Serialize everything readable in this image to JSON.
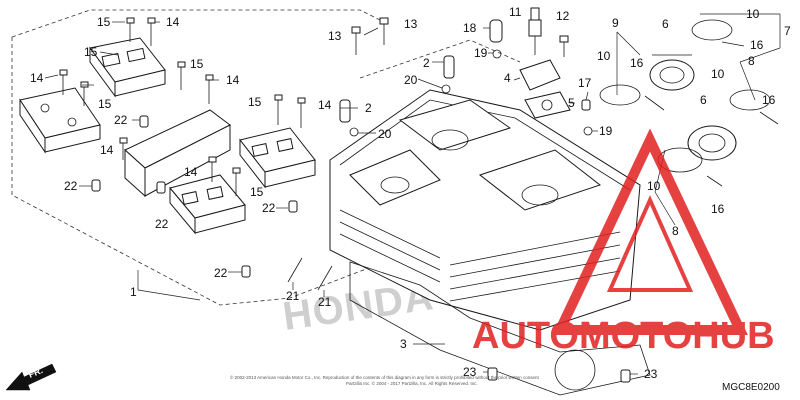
{
  "diagram": {
    "part_labels": [
      {
        "id": "l15a",
        "text": "15"
      },
      {
        "id": "l14a",
        "text": "14"
      },
      {
        "id": "l15b",
        "text": "15"
      },
      {
        "id": "l15c",
        "text": "15"
      },
      {
        "id": "l14b",
        "text": "14"
      },
      {
        "id": "l15d",
        "text": "15"
      },
      {
        "id": "l14c",
        "text": "14"
      },
      {
        "id": "l22a",
        "text": "22"
      },
      {
        "id": "l14d",
        "text": "14"
      },
      {
        "id": "l22b",
        "text": "22"
      },
      {
        "id": "l22c",
        "text": "22"
      },
      {
        "id": "l15e",
        "text": "15"
      },
      {
        "id": "l14e",
        "text": "14"
      },
      {
        "id": "l14f",
        "text": "14"
      },
      {
        "id": "l15f",
        "text": "15"
      },
      {
        "id": "l22d",
        "text": "22"
      },
      {
        "id": "l22e",
        "text": "22"
      },
      {
        "id": "l1",
        "text": "1"
      },
      {
        "id": "l21a",
        "text": "21"
      },
      {
        "id": "l21b",
        "text": "21"
      },
      {
        "id": "l13a",
        "text": "13"
      },
      {
        "id": "l13b",
        "text": "13"
      },
      {
        "id": "l2a",
        "text": "2"
      },
      {
        "id": "l20a",
        "text": "20"
      },
      {
        "id": "l2b",
        "text": "2"
      },
      {
        "id": "l20b",
        "text": "20"
      },
      {
        "id": "l18",
        "text": "18"
      },
      {
        "id": "l19a",
        "text": "19"
      },
      {
        "id": "l11",
        "text": "11"
      },
      {
        "id": "l12",
        "text": "12"
      },
      {
        "id": "l4",
        "text": "4"
      },
      {
        "id": "l5",
        "text": "5"
      },
      {
        "id": "l17",
        "text": "17"
      },
      {
        "id": "l19b",
        "text": "19"
      },
      {
        "id": "l9",
        "text": "9"
      },
      {
        "id": "l10a",
        "text": "10"
      },
      {
        "id": "l16a",
        "text": "16"
      },
      {
        "id": "l6a",
        "text": "6"
      },
      {
        "id": "l10b",
        "text": "10"
      },
      {
        "id": "l7",
        "text": "7"
      },
      {
        "id": "l16b",
        "text": "16"
      },
      {
        "id": "l8a",
        "text": "8"
      },
      {
        "id": "l10c",
        "text": "10"
      },
      {
        "id": "l6b",
        "text": "6"
      },
      {
        "id": "l16c",
        "text": "16"
      },
      {
        "id": "l10d",
        "text": "10"
      },
      {
        "id": "l8b",
        "text": "8"
      },
      {
        "id": "l16d",
        "text": "16"
      },
      {
        "id": "l3",
        "text": "3"
      },
      {
        "id": "l23a",
        "text": "23"
      },
      {
        "id": "l23b",
        "text": "23"
      }
    ],
    "direction_label": "FR.",
    "copyright_line1": "© 2002-2013 American Honda Motor Co., Inc. Reproduction of the contents of this diagram in any form is strictly prohibited without the prior written consent",
    "copyright_line2": "Partzilla Inc. © 2004 - 2017 Partzilla, Inc. All Rights Reserved. Inc.",
    "diagram_code": "MGC8E0200",
    "watermark_brand": "HONDA",
    "overlay_logo_text": "AUTOMOTOHUB"
  },
  "colors": {
    "overlay_red": "#e0201f",
    "overlay_gray": "#3c3c3c",
    "line": "#1a1a1a"
  }
}
